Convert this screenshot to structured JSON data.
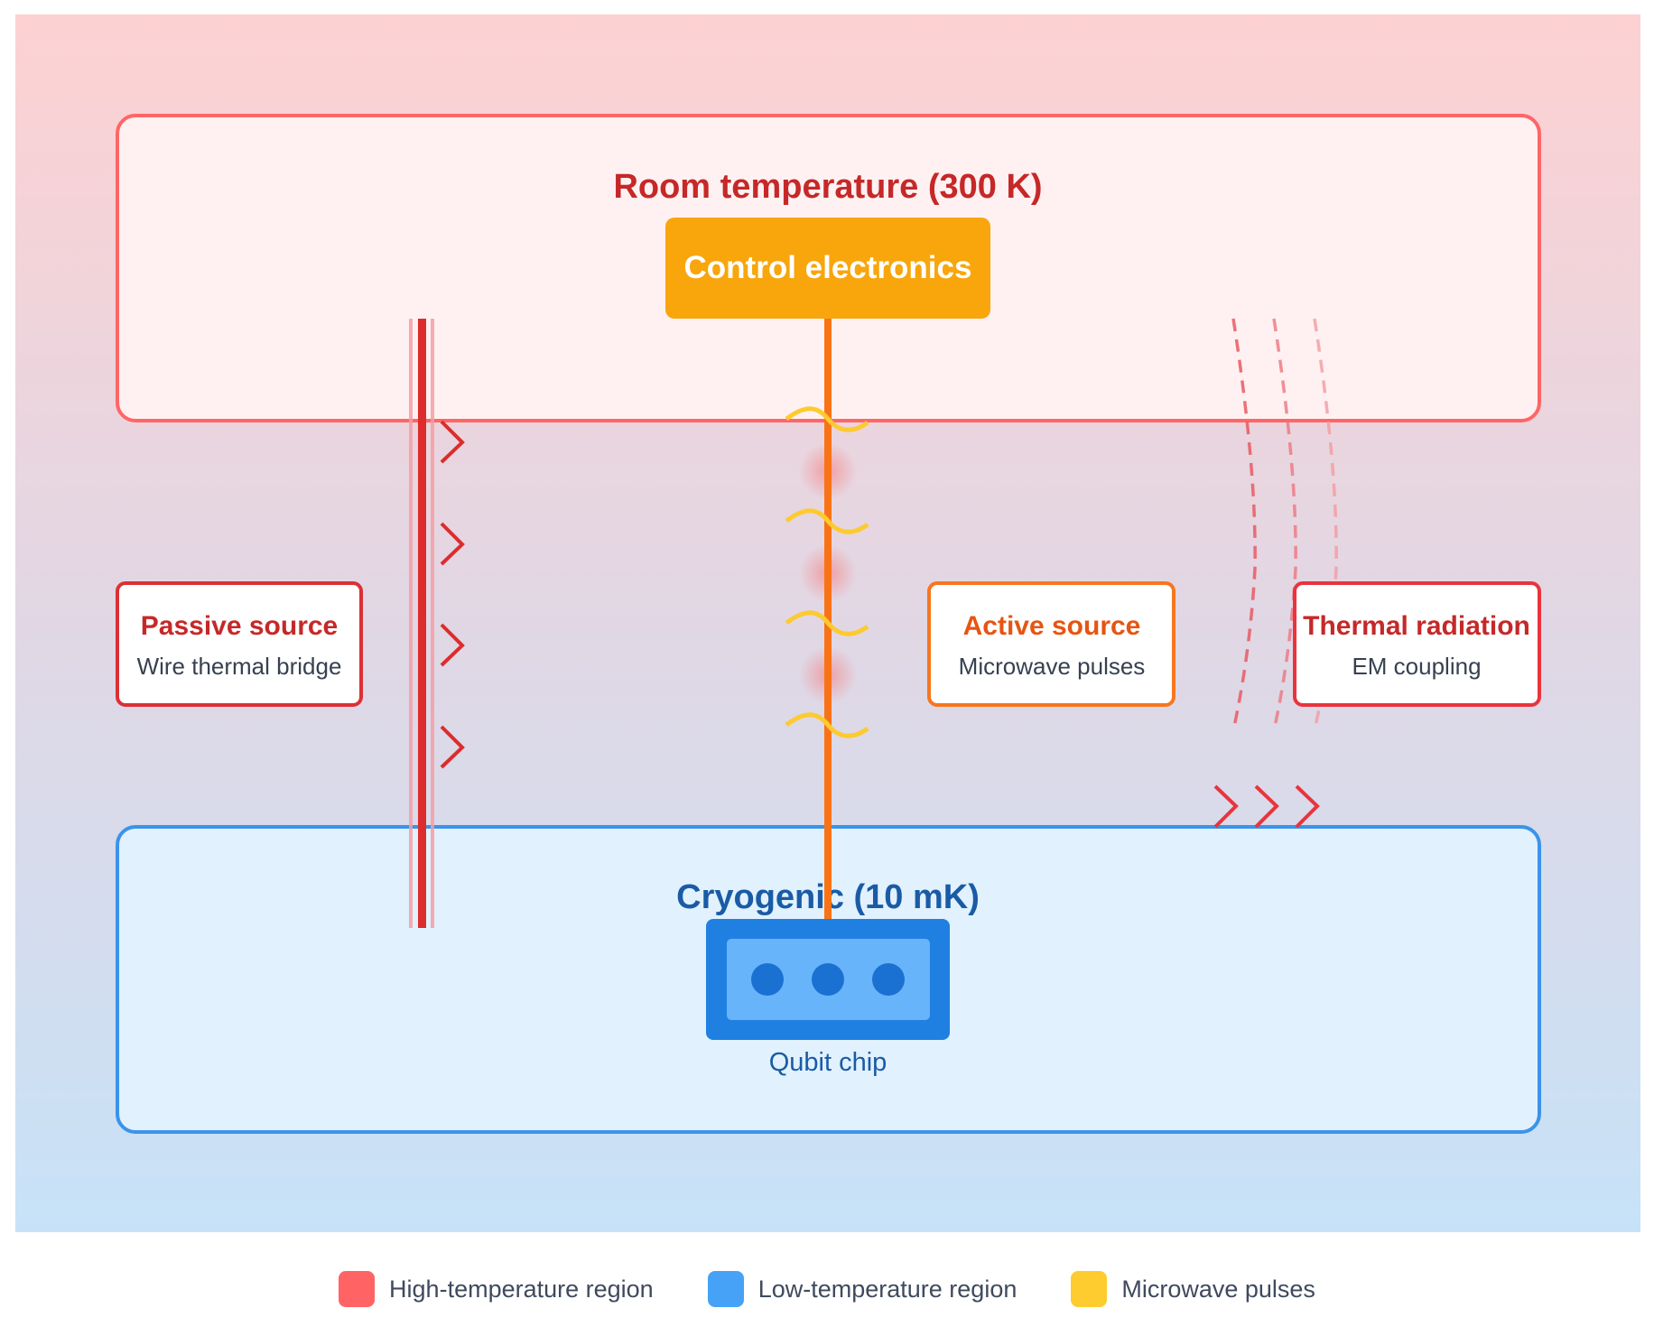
{
  "regions": {
    "room": {
      "title": "Room temperature (300 K)",
      "color": "#c62828",
      "border": "#ff6666",
      "fill": "#fff1f2"
    },
    "cryo": {
      "title": "Cryogenic (10 mK)",
      "color": "#1a5ba6",
      "border": "#3b93ea",
      "fill": "#e1f1fe"
    }
  },
  "components": {
    "control": {
      "label": "Control electronics",
      "fill": "#f8a60c"
    },
    "qubit_chip": {
      "label": "Qubit chip",
      "qubit_count": 3
    }
  },
  "sources": [
    {
      "id": "passive",
      "title": "Passive source",
      "subtitle": "Wire thermal bridge",
      "title_color": "#c62828",
      "border": "#dc3035"
    },
    {
      "id": "active",
      "title": "Active source",
      "subtitle": "Microwave pulses",
      "title_color": "#e65512",
      "border": "#f7761f"
    },
    {
      "id": "thermal",
      "title": "Thermal radiation",
      "subtitle": "EM coupling",
      "title_color": "#c62828",
      "border": "#e9343d"
    }
  ],
  "legend": [
    {
      "label": "High-temperature region",
      "color": "#ff6363"
    },
    {
      "label": "Low-temperature region",
      "color": "#46a2f6"
    },
    {
      "label": "Microwave pulses",
      "color": "#ffcc2f"
    }
  ]
}
